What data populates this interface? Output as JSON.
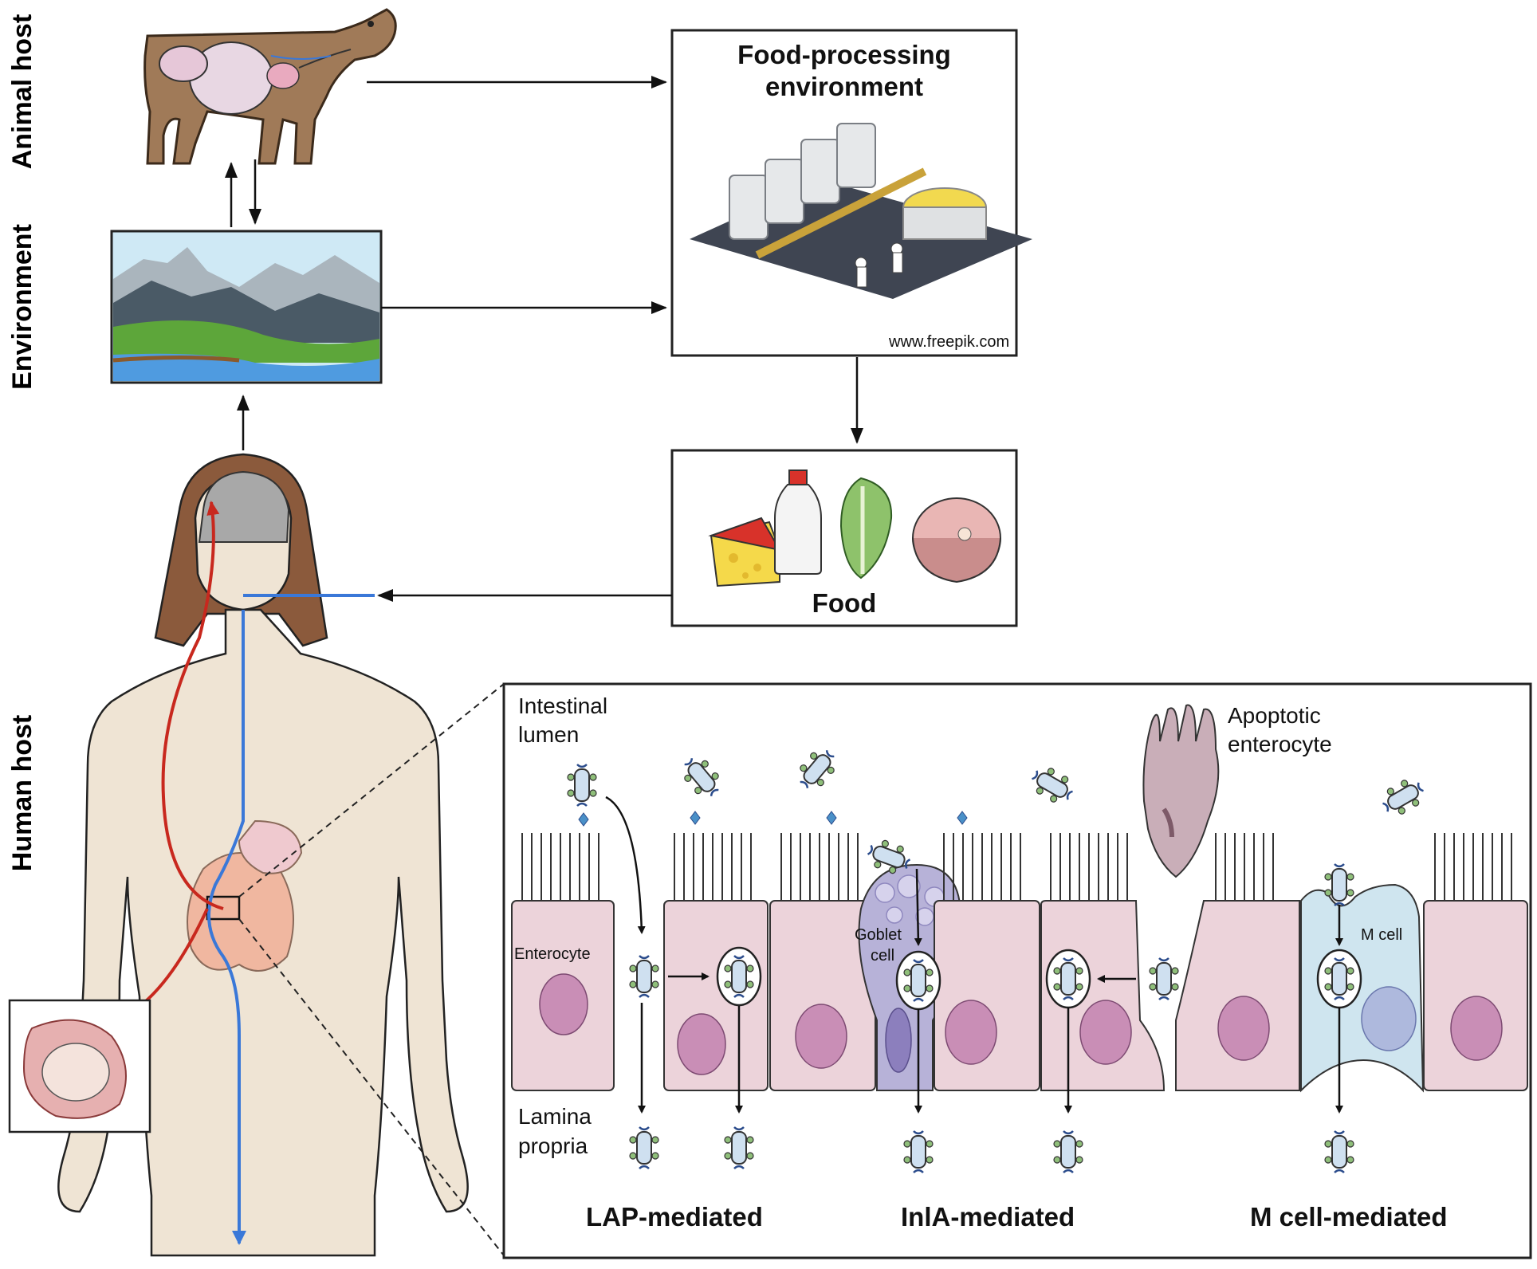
{
  "side_labels": {
    "animal_host": "Animal host",
    "environment": "Environment",
    "human_host": "Human host"
  },
  "food_processing": {
    "title_line1": "Food-processing",
    "title_line2": "environment",
    "credit": "www.freepik.com"
  },
  "food": {
    "label": "Food"
  },
  "intestine": {
    "intestinal_lumen_line1": "Intestinal",
    "intestinal_lumen_line2": "lumen",
    "lamina_propria_line1": "Lamina",
    "lamina_propria_line2": "propria",
    "apoptotic_line1": "Apoptotic",
    "apoptotic_line2": "enterocyte",
    "enterocyte": "Enterocyte",
    "goblet_line1": "Goblet",
    "goblet_line2": "cell",
    "m_cell": "M cell",
    "pathways": [
      "LAP-mediated",
      "InlA-mediated",
      "M cell-mediated"
    ]
  },
  "colors": {
    "enterocyte_fill": "#ecd3da",
    "nucleus_fill": "#c98eb6",
    "goblet_fill": "#b7b2d8",
    "m_cell_fill": "#cfe5ef",
    "skin": "#efe4d4",
    "hair": "#8b5a3c",
    "red_route": "#c8281e",
    "blue_route": "#3a78d8"
  }
}
